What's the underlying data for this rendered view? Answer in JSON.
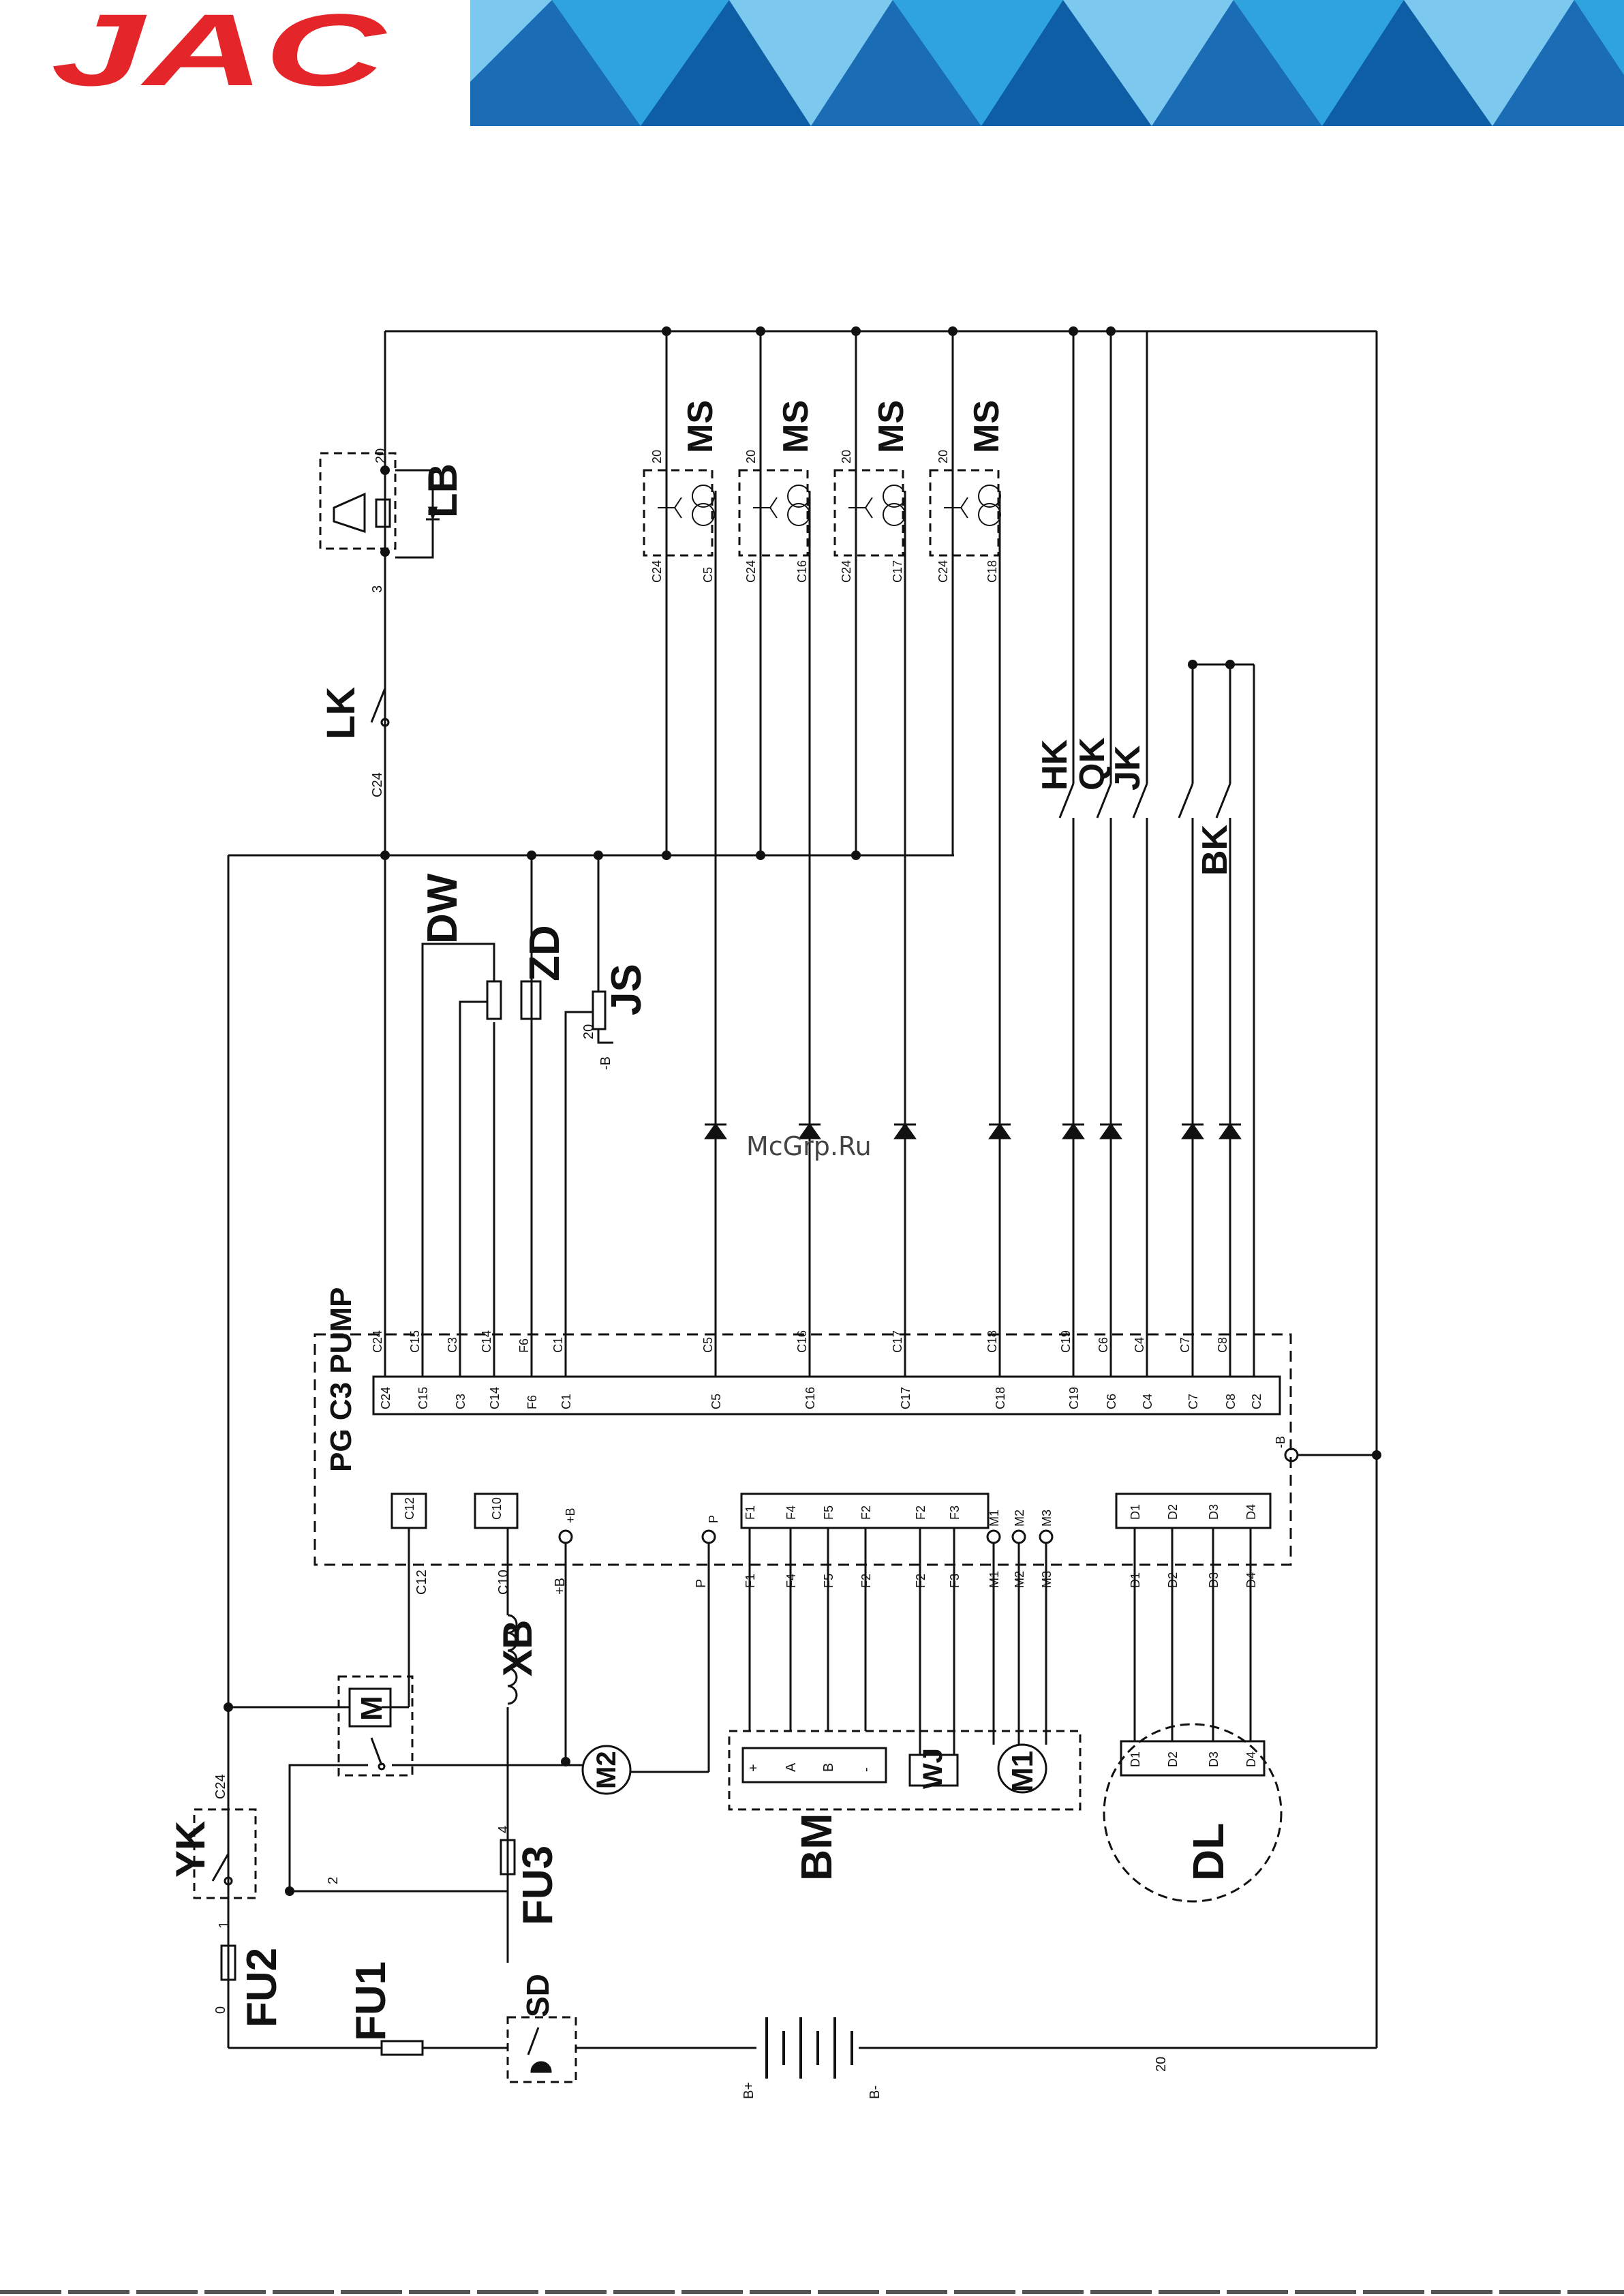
{
  "brand": {
    "logo_text": "JAC",
    "logo_color": "#E4262A"
  },
  "banner": {
    "colors": [
      "#1A6DB5",
      "#2FA3DE",
      "#7DC8EE",
      "#0E5EA6"
    ]
  },
  "watermark": "McGrp.Ru",
  "controller": {
    "name": "PG C3 PUMP"
  },
  "top_connector": {
    "pins": [
      "C24",
      "C15",
      "C3",
      "C14",
      "F6",
      "C1",
      "C5",
      "C16",
      "C17",
      "C18",
      "C19",
      "C6",
      "C4",
      "C7",
      "C8",
      "C2"
    ]
  },
  "ports": {
    "c12": "C12",
    "c10": "C10",
    "pos_b": "+B",
    "p": "P",
    "neg_b": "-B"
  },
  "f_connector": {
    "pins": [
      "F1",
      "F4",
      "F5",
      "F2",
      "F2",
      "F3"
    ]
  },
  "m_terminals": [
    "M1",
    "M2",
    "M3"
  ],
  "d_connector": {
    "pins": [
      "D1",
      "D2",
      "D3",
      "D4"
    ]
  },
  "components": {
    "LB": "LB",
    "LK": "LK",
    "MS": "MS",
    "DW": "DW",
    "ZD": "ZD",
    "JS": "JS",
    "HK": "HK",
    "QK": "QK",
    "JK": "JK",
    "BK": "BK",
    "YK": "YK",
    "M": "M",
    "XB": "XB",
    "M2": "M2",
    "M1": "M1",
    "WJ": "WJ",
    "BM": "BM",
    "DL": "DL",
    "FU1": "FU1",
    "FU2": "FU2",
    "FU3": "FU3",
    "SD": "SD"
  },
  "sensor_pins": [
    {
      "top": "20",
      "left": "C24",
      "right": "C5"
    },
    {
      "top": "20",
      "left": "C24",
      "right": "C16"
    },
    {
      "top": "20",
      "left": "C24",
      "right": "C17"
    },
    {
      "top": "20",
      "left": "C24",
      "right": "C18"
    }
  ],
  "bm_terminals": [
    "+",
    "A",
    "B",
    "-"
  ],
  "wire_labels": {
    "w20_top": "20",
    "w3": "3",
    "w_c24_lk": "C24",
    "w_c24_yk": "C24",
    "w20_js": "20",
    "w_neg_b": "-B",
    "w_c12": "C12",
    "w_c10": "C10",
    "w_pos_b": "+B",
    "w_p": "P",
    "w4": "4",
    "w2": "2",
    "w1": "1",
    "w0": "0",
    "w20_bottom": "20",
    "b_plus": "B+",
    "b_minus": "B-"
  }
}
